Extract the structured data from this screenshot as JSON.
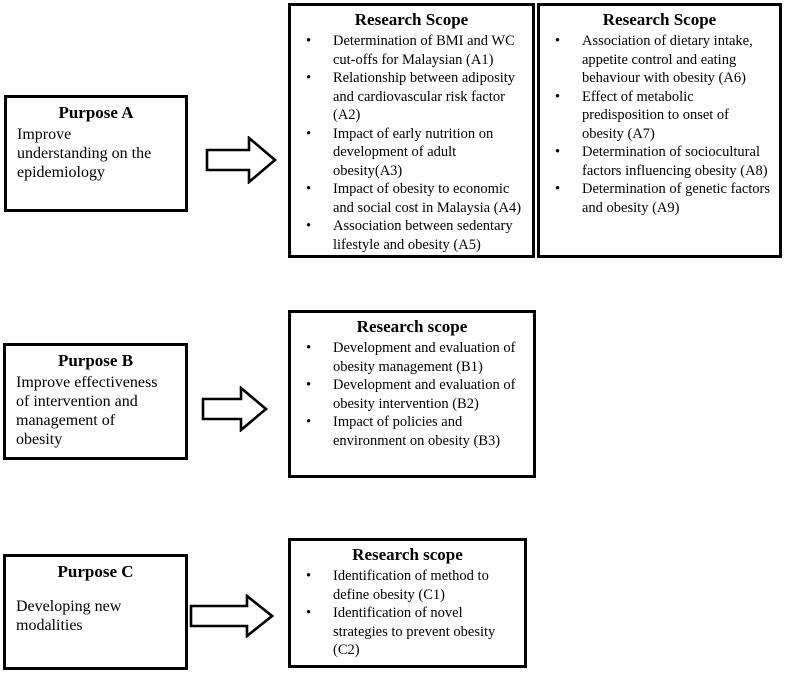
{
  "purpose_a": {
    "title": "Purpose A",
    "body": "Improve\nunderstanding on the\nepidemiology"
  },
  "purpose_b": {
    "title": "Purpose B",
    "body": "Improve effectiveness\nof intervention and\nmanagement of\nobesity"
  },
  "purpose_c": {
    "title": "Purpose C",
    "body": "Developing new\nmodalities"
  },
  "scope_a1": {
    "title": "Research Scope",
    "items": [
      "Determination of BMI and WC\ncut-offs for Malaysian (A1)",
      "Relationship between adiposity\nand cardiovascular risk factor\n(A2)",
      "Impact of early nutrition on\ndevelopment of adult\nobesity(A3)",
      "Impact of obesity to economic\nand social cost in Malaysia (A4)",
      "Association between sedentary\nlifestyle and obesity (A5)"
    ]
  },
  "scope_a2": {
    "title": "Research Scope",
    "items": [
      "Association of dietary intake,\nappetite control and eating\nbehaviour with obesity (A6)",
      "Effect of metabolic\npredisposition to onset of\nobesity (A7)",
      "Determination of sociocultural\nfactors influencing obesity (A8)",
      "Determination of genetic factors\nand obesity (A9)"
    ]
  },
  "scope_b": {
    "title": "Research scope",
    "items": [
      "Development and evaluation of\nobesity management (B1)",
      "Development and evaluation of\nobesity intervention (B2)",
      "Impact of policies and\nenvironment on obesity (B3)"
    ]
  },
  "scope_c": {
    "title": "Research scope",
    "items": [
      "Identification of method to\ndefine obesity (C1)",
      "Identification of novel\nstrategies to prevent obesity\n(C2)"
    ]
  },
  "colors": {
    "border": "#000000",
    "background": "#ffffff",
    "text": "#000000"
  }
}
